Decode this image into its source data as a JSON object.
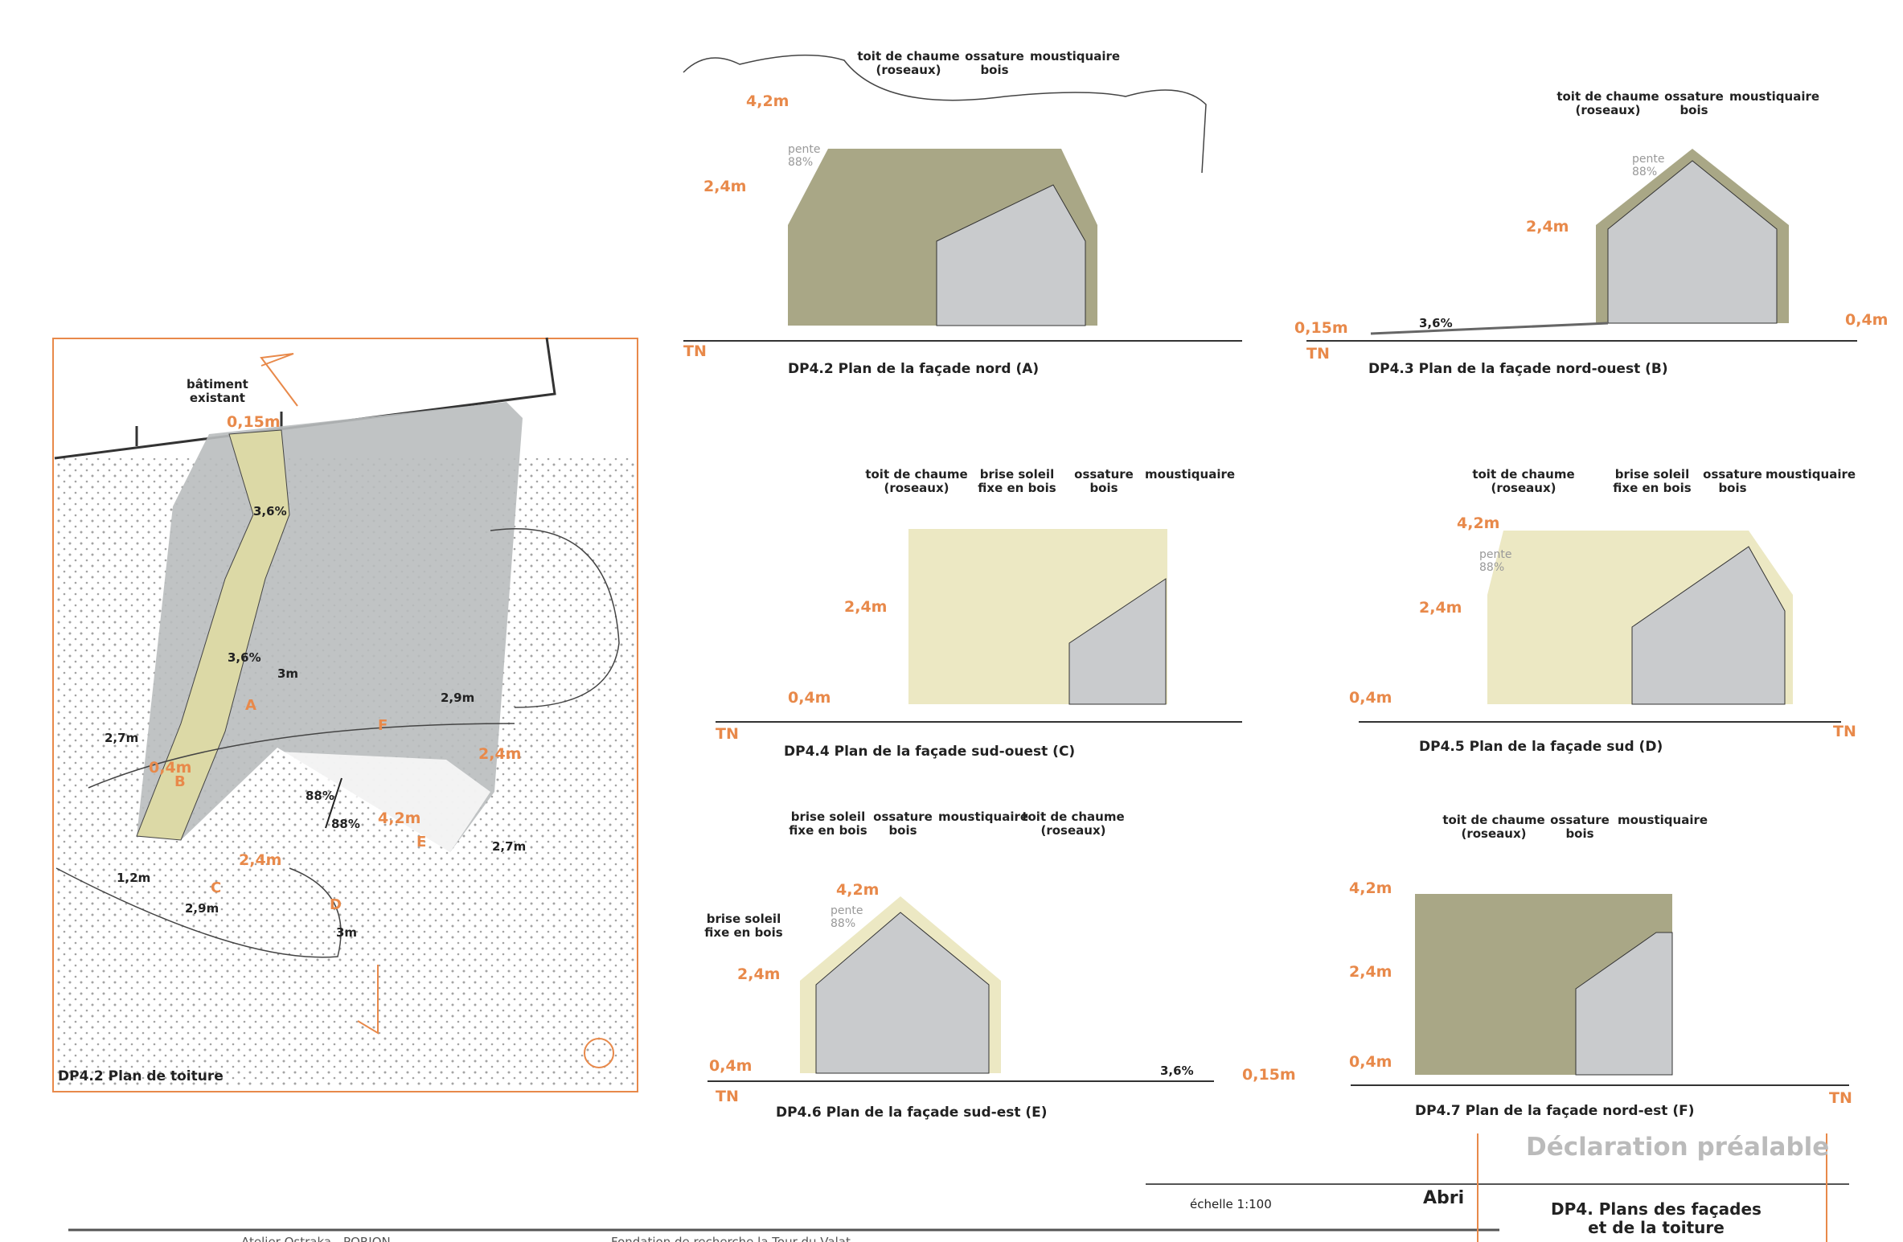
{
  "plan": {
    "caption": "DP4.2 Plan de toiture",
    "existing_building": "bâtiment\nexistant",
    "labels": [
      "0,15m",
      "3,6%",
      "3,6%",
      "3m",
      "2,9m",
      "2,7m",
      "0,4m",
      "2,4m",
      "88%",
      "88%",
      "4,2m",
      "2,4m",
      "1,2m",
      "2,9m",
      "3m",
      "2,7m"
    ],
    "letters": [
      "A",
      "B",
      "C",
      "D",
      "E",
      "F"
    ]
  },
  "facades": [
    {
      "caption": "DP4.2 Plan de la façade nord (A)",
      "callouts": [
        "toit de chaume\n(roseaux)",
        "ossature\nbois",
        "moustiquaire"
      ],
      "levels": [
        "4,2m",
        "2,4m"
      ],
      "slope": "pente\n88%",
      "tn": "TN"
    },
    {
      "caption": "DP4.3 Plan de la façade nord-ouest (B)",
      "callouts": [
        "toit de chaume\n(roseaux)",
        "ossature\nbois",
        "moustiquaire"
      ],
      "levels": [
        "2,4m",
        "0,15m",
        "0,4m"
      ],
      "slope": "pente\n88%",
      "ramp": "3,6%",
      "tn": "TN"
    },
    {
      "caption": "DP4.4 Plan de la façade sud-ouest (C)",
      "callouts": [
        "toit de chaume\n(roseaux)",
        "brise soleil\nfixe en bois",
        "ossature\nbois",
        "moustiquaire"
      ],
      "levels": [
        "2,4m",
        "0,4m"
      ],
      "tn": "TN"
    },
    {
      "caption": "DP4.5 Plan de la façade sud (D)",
      "callouts": [
        "toit de chaume\n(roseaux)",
        "brise soleil\nfixe en bois",
        "ossature\nbois",
        "moustiquaire"
      ],
      "levels": [
        "4,2m",
        "2,4m",
        "0,4m"
      ],
      "slope": "pente\n88%",
      "tn": "TN"
    },
    {
      "caption": "DP4.6 Plan de la façade sud-est (E)",
      "callouts": [
        "brise soleil\nfixe en bois",
        "ossature\nbois",
        "moustiquaire",
        "toit de chaume\n(roseaux)",
        "brise soleil\nfixe en bois"
      ],
      "levels": [
        "4,2m",
        "2,4m",
        "0,4m",
        "0,15m"
      ],
      "slope": "pente\n88%",
      "ramp": "3,6%",
      "tn": "TN"
    },
    {
      "caption": "DP4.7 Plan de la façade nord-est (F)",
      "callouts": [
        "toit de chaume\n(roseaux)",
        "ossature\nbois",
        "moustiquaire"
      ],
      "levels": [
        "4,2m",
        "2,4m",
        "0,4m"
      ],
      "tn": "TN"
    }
  ],
  "title_block": {
    "procedure": "Déclaration préalable",
    "scale": "échelle 1:100",
    "project": "Abri",
    "sheet_title": "DP4. Plans des façades\net de la toiture"
  },
  "footer": {
    "architect": "Atelier Ostraka - PORION",
    "client": "Fondation de recherche la Tour du Valat"
  },
  "colors": {
    "accent": "#e8894a",
    "thatch_dark": "#a9a786",
    "thatch_light": "#ece8c3",
    "glass": "#c9cbcd"
  }
}
